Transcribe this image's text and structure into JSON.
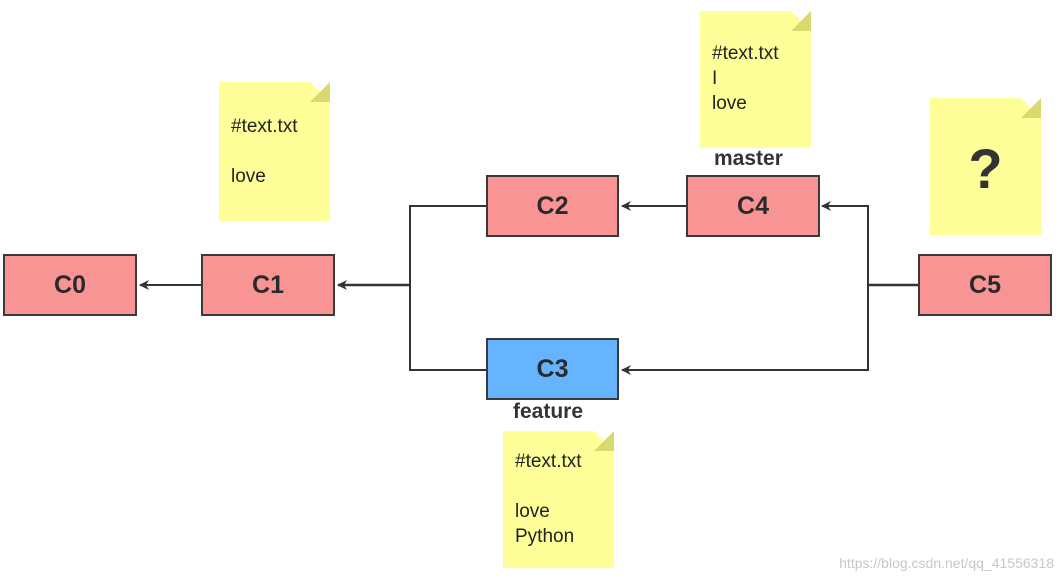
{
  "commits": [
    {
      "id": "c0",
      "label": "C0",
      "color": "#f99494"
    },
    {
      "id": "c1",
      "label": "C1",
      "color": "#f99494"
    },
    {
      "id": "c2",
      "label": "C2",
      "color": "#f99494"
    },
    {
      "id": "c3",
      "label": "C3",
      "color": "#66b3ff"
    },
    {
      "id": "c4",
      "label": "C4",
      "color": "#f99494"
    },
    {
      "id": "c5",
      "label": "C5",
      "color": "#f99494"
    }
  ],
  "branches": {
    "master": "master",
    "feature": "feature"
  },
  "notes": {
    "c1": [
      "#text.txt",
      "",
      "love"
    ],
    "c4": [
      "#text.txt",
      "I",
      "love"
    ],
    "c3": [
      "#text.txt",
      "",
      "love",
      "Python"
    ],
    "c5": "?"
  },
  "note_color": "#ffff99",
  "watermark": "https://blog.csdn.net/qq_41556318"
}
